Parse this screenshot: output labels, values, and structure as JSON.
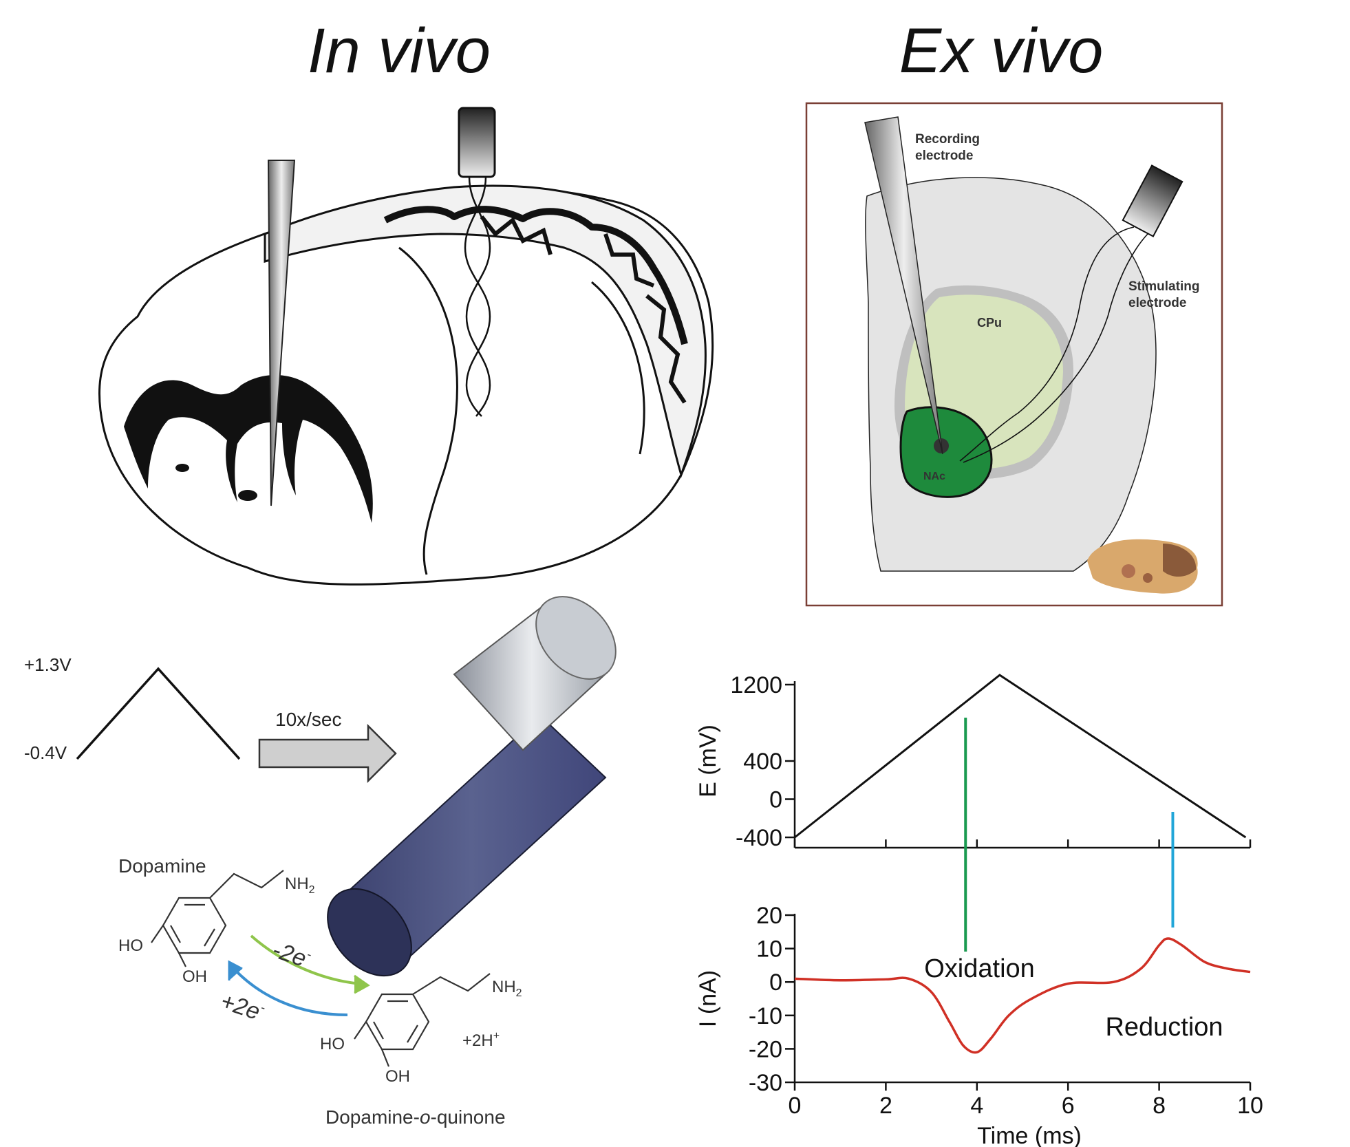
{
  "headings": {
    "in_vivo": "In vivo",
    "ex_vivo": "Ex vivo"
  },
  "ex_vivo_labels": {
    "recording": [
      "Recording",
      "electrode"
    ],
    "stimulating": [
      "Stimulating",
      "electrode"
    ],
    "cpu": "CPu",
    "nac": "NAc"
  },
  "waveform": {
    "v_high": "+1.3V",
    "v_low": "-0.4V",
    "rate": "10x/sec"
  },
  "chemistry": {
    "dopamine": "Dopamine",
    "quinone": [
      "Dopamine-",
      "o",
      "-quinone"
    ],
    "nh2": "NH",
    "ho": "HO",
    "oh": "OH",
    "minus_2e": "-2e",
    "plus_2e": "+2e",
    "plus_2h": "+2H"
  },
  "colors": {
    "ex_vivo_border": "#7a3f35",
    "slice_fill": "#e4e4e4",
    "cpu_fill": "#d8e4bd",
    "nac_fill": "#1e8a3c",
    "electrode_body": "#4f5787",
    "oxidation_line": "#1a9a50",
    "reduction_line": "#22a6d8",
    "current_trace": "#d03025",
    "green_arrow": "#8fc54b",
    "blue_arrow": "#3a8fd0"
  },
  "chart_data": [
    {
      "type": "line",
      "ylabel": "E (mV)",
      "xlim": [
        0,
        10
      ],
      "ylim": [
        -400,
        1200
      ],
      "yticks": [
        1200,
        400,
        0,
        -400
      ],
      "x": [
        0,
        4.5,
        9.9
      ],
      "values": [
        -400,
        1300,
        -400
      ]
    },
    {
      "type": "line",
      "xlabel": "Time (ms)",
      "ylabel": "I (nA)",
      "xlim": [
        0,
        10
      ],
      "ylim": [
        -30,
        20
      ],
      "xticks": [
        0,
        2,
        4,
        6,
        8,
        10
      ],
      "yticks": [
        20,
        10,
        0,
        -10,
        -20,
        -30
      ],
      "x": [
        0,
        1,
        2,
        2.5,
        3,
        3.4,
        3.7,
        4.0,
        4.3,
        4.7,
        5.2,
        6,
        7,
        7.6,
        8.0,
        8.2,
        8.5,
        9.0,
        9.5,
        10
      ],
      "values": [
        1,
        0.5,
        0.8,
        1,
        -3,
        -12,
        -19,
        -21,
        -17,
        -10,
        -5,
        -0.5,
        0,
        4,
        11,
        13,
        11,
        6,
        4,
        3
      ],
      "annotations": [
        {
          "text": "Oxidation",
          "x": 3.75
        },
        {
          "text": "Reduction",
          "x": 8.3
        }
      ]
    }
  ]
}
